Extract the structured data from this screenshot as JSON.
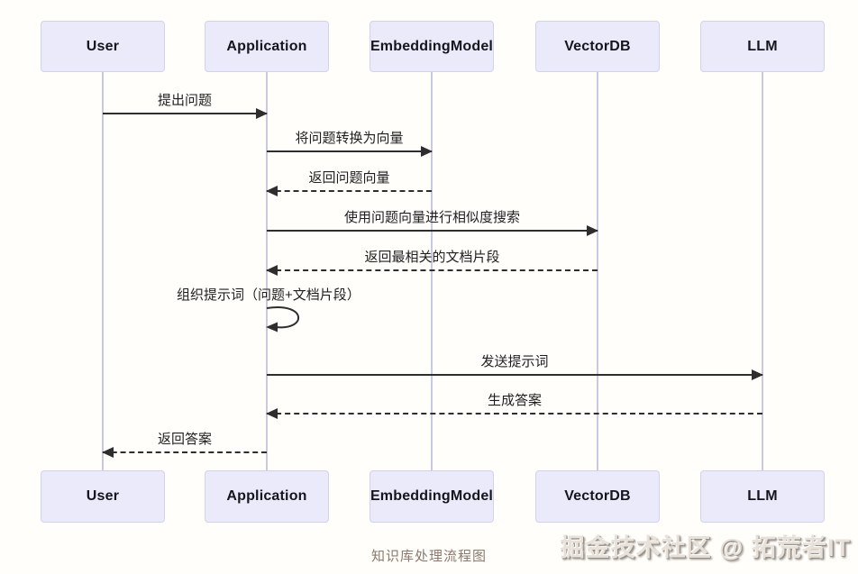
{
  "diagram": {
    "actors": [
      {
        "name": "User"
      },
      {
        "name": "Application"
      },
      {
        "name": "EmbeddingModel"
      },
      {
        "name": "VectorDB"
      },
      {
        "name": "LLM"
      }
    ],
    "messages": [
      {
        "from": "User",
        "to": "Application",
        "style": "solid",
        "label": "提出问题"
      },
      {
        "from": "Application",
        "to": "EmbeddingModel",
        "style": "solid",
        "label": "将问题转换为向量"
      },
      {
        "from": "EmbeddingModel",
        "to": "Application",
        "style": "dashed",
        "label": "返回问题向量"
      },
      {
        "from": "Application",
        "to": "VectorDB",
        "style": "solid",
        "label": "使用问题向量进行相似度搜索"
      },
      {
        "from": "VectorDB",
        "to": "Application",
        "style": "dashed",
        "label": "返回最相关的文档片段"
      },
      {
        "from": "Application",
        "to": "Application",
        "style": "self",
        "label": "组织提示词（问题+文档片段）"
      },
      {
        "from": "Application",
        "to": "LLM",
        "style": "solid",
        "label": "发送提示词"
      },
      {
        "from": "LLM",
        "to": "Application",
        "style": "dashed",
        "label": "生成答案"
      },
      {
        "from": "Application",
        "to": "User",
        "style": "dashed",
        "label": "返回答案"
      }
    ],
    "caption": "知识库处理流程图",
    "watermark": "掘金技术社区 @ 拓荒者IT"
  },
  "colors": {
    "actor_fill": "#eaeafb",
    "actor_border": "#d2d2ea",
    "lifeline": "#c9c9e0",
    "arrow": "#2e2e2e",
    "caption_text": "#8a796c",
    "watermark_text": "#e7e1d9"
  }
}
